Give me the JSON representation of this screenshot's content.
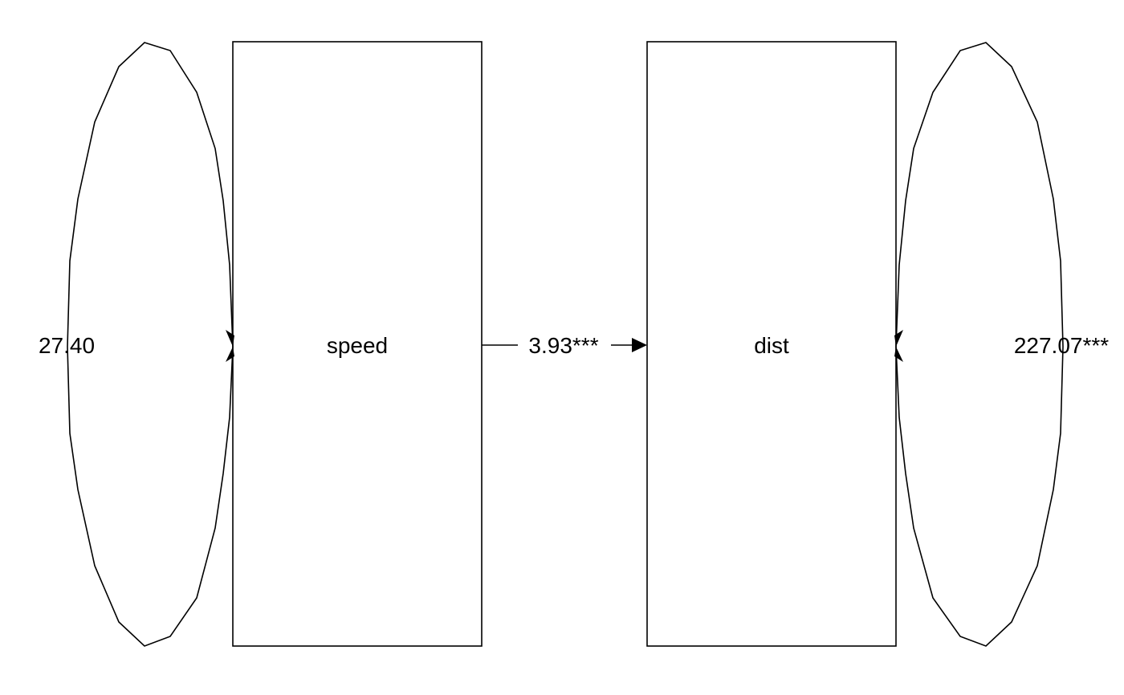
{
  "diagram": {
    "type": "path-diagram",
    "line_color": "#000000",
    "background": "#ffffff",
    "nodes": {
      "speed": {
        "label": "speed",
        "shape": "rectangle"
      },
      "dist": {
        "label": "dist",
        "shape": "rectangle"
      }
    },
    "paths": {
      "speed_to_dist": {
        "from": "speed",
        "to": "dist",
        "label": "3.93***",
        "arrow": "single"
      }
    },
    "variances": {
      "speed": {
        "label": "27.40",
        "side": "left"
      },
      "dist": {
        "label": "227.07***",
        "side": "right"
      }
    }
  }
}
